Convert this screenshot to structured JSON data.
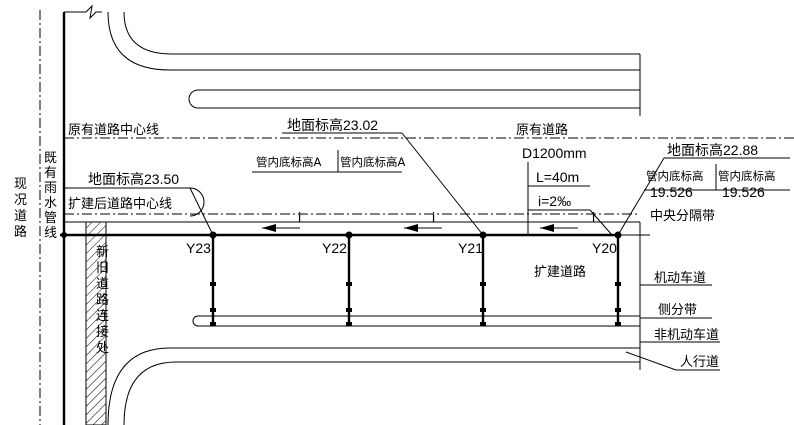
{
  "labels": {
    "existing_road": "现况道路",
    "existing_sewer": "既有雨水管线",
    "original_centerline": "原有道路中心线",
    "original_road": "原有道路",
    "expanded_centerline": "扩建后道路中心线",
    "expanded_road": "扩建道路",
    "median": "中央分隔带",
    "motor_lane": "机动车道",
    "side_divider": "侧分带",
    "nonmotor_lane": "非机动车道",
    "sidewalk": "人行道",
    "connection": "新旧道路连接处",
    "pipe_diameter": "D1200mm",
    "pipe_length": "L=40m",
    "pipe_slope": "i=2‰",
    "invert_a1": "管内底标高A",
    "invert_a2": "管内底标高A",
    "invert_b1": "管内底标高",
    "invert_b2": "管内底标高",
    "invert_b1_val": "19.526",
    "invert_b2_val": "19.526",
    "ground_y23": "地面标高23.50",
    "ground_y21": "地面标高23.02",
    "ground_y20": "地面标高22.88",
    "flow_i": "i"
  },
  "manholes": [
    "Y23",
    "Y22",
    "Y21",
    "Y20"
  ]
}
